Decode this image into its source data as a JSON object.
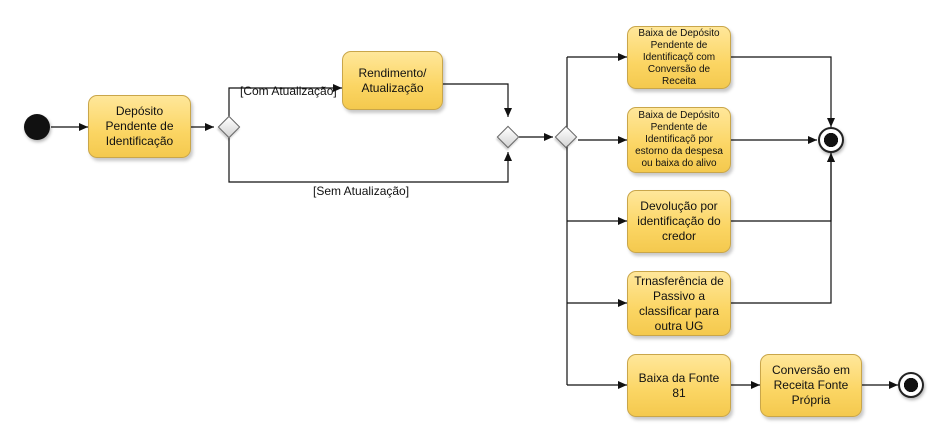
{
  "nodes": {
    "deposito": "Depósito\nPendente de\nIdentificação",
    "rendimento": "Rendimento/\nAtualização",
    "baixa_conversao": "Baixa de Depósito\nPendente de\nIdentificaçõ com\nConversão de\nReceita",
    "baixa_estorno": "Baixa de Depósito\nPendente de\nIdentificaçõ por\nestorno da despesa\nou baixa do alivo",
    "devolucao": "Devolução por\nidentificação do\ncredor",
    "transferencia": "Trnasferência de\nPassivo a\nclassificar para\noutra UG",
    "baixa_fonte": "Baixa da Fonte\n81",
    "conversao_receita": "Conversão em\nReceita Fonte\nPrópria"
  },
  "guards": {
    "com_atualizacao": "[Com Atualização]",
    "sem_atualizacao": "[Sem Atualização]"
  },
  "colors": {
    "node_fill": "#fbd563",
    "node_border": "#c9a64a",
    "edge": "#111111"
  }
}
